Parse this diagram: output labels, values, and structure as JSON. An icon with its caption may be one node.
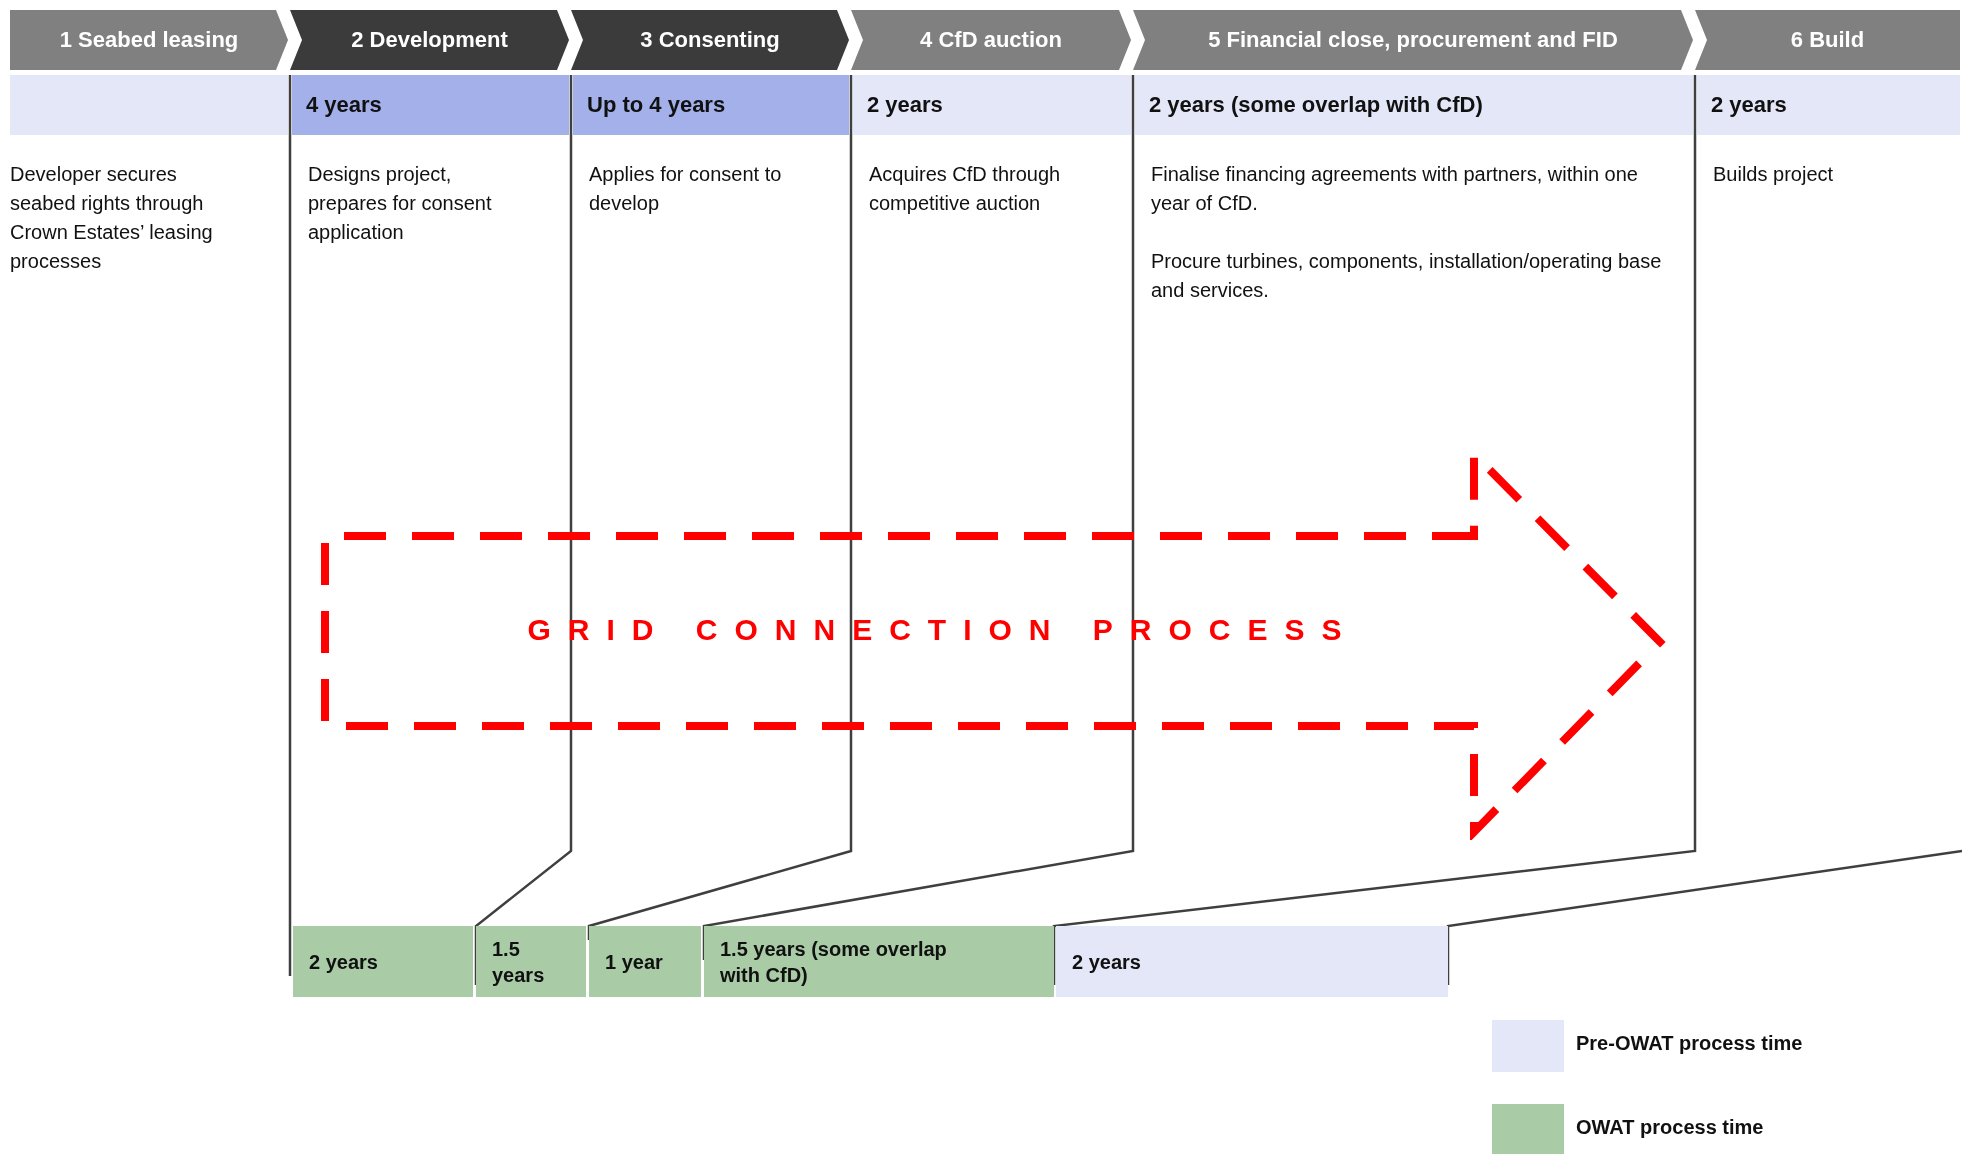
{
  "diagram": {
    "nodes": [
      {
        "text": [
          "1 Seabed leasing",
          "Developer secures seabed rights through Crown Estates’ leasing processes"
        ]
      },
      {
        "text": [
          "2 Development",
          "4 years",
          "Designs project, prepares for consent application"
        ]
      },
      {
        "text": [
          "3 Consenting",
          "Up to 4 years",
          "Applies for consent to develop"
        ]
      },
      {
        "text": [
          "4 CfD auction",
          "2 years",
          "Acquires CfD through competitive auction"
        ]
      },
      {
        "text": [
          "5 Financial close, procurement and FID",
          "2 years (some overlap with CfD)",
          "Finalise financing agreements with partners, within one year of CfD.",
          "Procure turbines, components, installation/operating base and services."
        ]
      },
      {
        "text": [
          "6 Build",
          "2 years",
          "Builds project"
        ]
      },
      {
        "text": [
          "GRID CONNECTION PROCESS"
        ]
      },
      {
        "text": [
          "2 years"
        ]
      },
      {
        "text": [
          "1.5 years"
        ]
      },
      {
        "text": [
          "1 year"
        ]
      },
      {
        "text": [
          "1.5 years (some overlap with CfD)"
        ]
      },
      {
        "text": [
          "2 years"
        ]
      }
    ],
    "legend": [
      {
        "text": "Pre-OWAT process time",
        "color": "#e4e7f8"
      },
      {
        "text": "OWAT process time",
        "color": "#a9cca6"
      }
    ]
  }
}
